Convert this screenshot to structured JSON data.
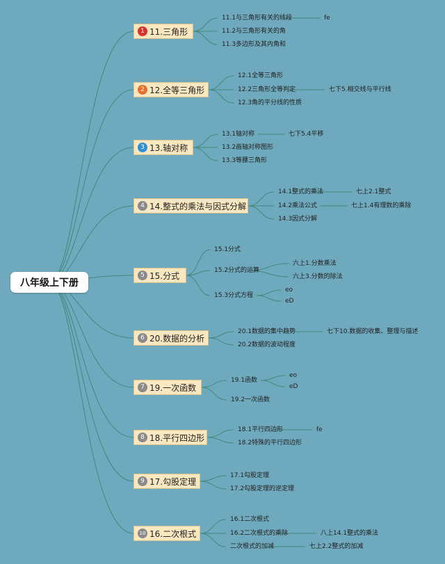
{
  "root": {
    "label": "八年级上下册"
  },
  "colors": {
    "background": "#6fa9bd",
    "topic_fill": "#fbe8c0",
    "line": "#3f8a7a",
    "badge_red": "#d6332a",
    "badge_orange": "#e8702a",
    "badge_blue": "#2f8fd6",
    "badge_gray": "#8a8a8a"
  },
  "topics": [
    {
      "num": "1",
      "badge_color": "#d6332a",
      "label": "11.三角形",
      "children": [
        {
          "label": "11.1与三角形有关的线段",
          "extra": [
            "fe"
          ]
        },
        {
          "label": "11.2与三角形有关的角"
        },
        {
          "label": "11.3多边形及其内角和"
        }
      ]
    },
    {
      "num": "2",
      "badge_color": "#e8702a",
      "label": "12.全等三角形",
      "children": [
        {
          "label": "12.1全等三角形"
        },
        {
          "label": "12.2三角形全等判定",
          "extra": [
            "七下5.相交线与平行线"
          ]
        },
        {
          "label": "12.3角的平分线的性质"
        }
      ]
    },
    {
      "num": "3",
      "badge_color": "#2f8fd6",
      "label": "13.轴对称",
      "children": [
        {
          "label": "13.1轴对称",
          "extra": [
            "七下5.4平移"
          ]
        },
        {
          "label": "13.2画轴对称图形"
        },
        {
          "label": "13.3等腰三角形"
        }
      ]
    },
    {
      "num": "4",
      "badge_color": "#8a8a8a",
      "label": "14.整式的乘法与因式分解",
      "children": [
        {
          "label": "14.1整式的乘法",
          "extra": [
            "七上2.1整式"
          ]
        },
        {
          "label": "14.2乘法公式",
          "extra": [
            "七上1.4有理数的乘除"
          ]
        },
        {
          "label": "14.3因式分解"
        }
      ]
    },
    {
      "num": "5",
      "badge_color": "#8a8a8a",
      "label": "15.分式",
      "children": [
        {
          "label": "15.1分式"
        },
        {
          "label": "15.2分式的运算",
          "extra": [
            "六上1.分数乘法",
            "六上3.分数的除法"
          ]
        },
        {
          "label": "15.3分式方程",
          "extra": [
            "eo",
            "eD"
          ]
        }
      ]
    },
    {
      "num": "6",
      "badge_color": "#8a8a8a",
      "label": "20.数据的分析",
      "children": [
        {
          "label": "20.1数据的集中趋势",
          "extra": [
            "七下10.数据的收集、整理与描述"
          ]
        },
        {
          "label": "20.2数据的波动程度"
        }
      ]
    },
    {
      "num": "7",
      "badge_color": "#8a8a8a",
      "label": "19.一次函数",
      "children": [
        {
          "label": "19.1函数",
          "extra": [
            "eo",
            "eD"
          ]
        },
        {
          "label": "19.2一次函数"
        }
      ]
    },
    {
      "num": "8",
      "badge_color": "#8a8a8a",
      "label": "18.平行四边形",
      "children": [
        {
          "label": "18.1平行四边形",
          "extra": [
            "fe"
          ]
        },
        {
          "label": "18.2特殊的平行四边形"
        }
      ]
    },
    {
      "num": "9",
      "badge_color": "#8a8a8a",
      "label": "17.勾股定理",
      "children": [
        {
          "label": "17.1勾股定理"
        },
        {
          "label": "17.2勾股定理的逆定理"
        }
      ]
    },
    {
      "num": "10",
      "badge_color": "#8a8a8a",
      "label": "16.二次根式",
      "children": [
        {
          "label": "16.1二次根式"
        },
        {
          "label": "16.2二次根式的乘除",
          "extra": [
            "八上14.1整式的乘法"
          ]
        },
        {
          "label": "二次根式的加减",
          "extra": [
            "七上2.2整式的加减"
          ]
        }
      ]
    }
  ]
}
